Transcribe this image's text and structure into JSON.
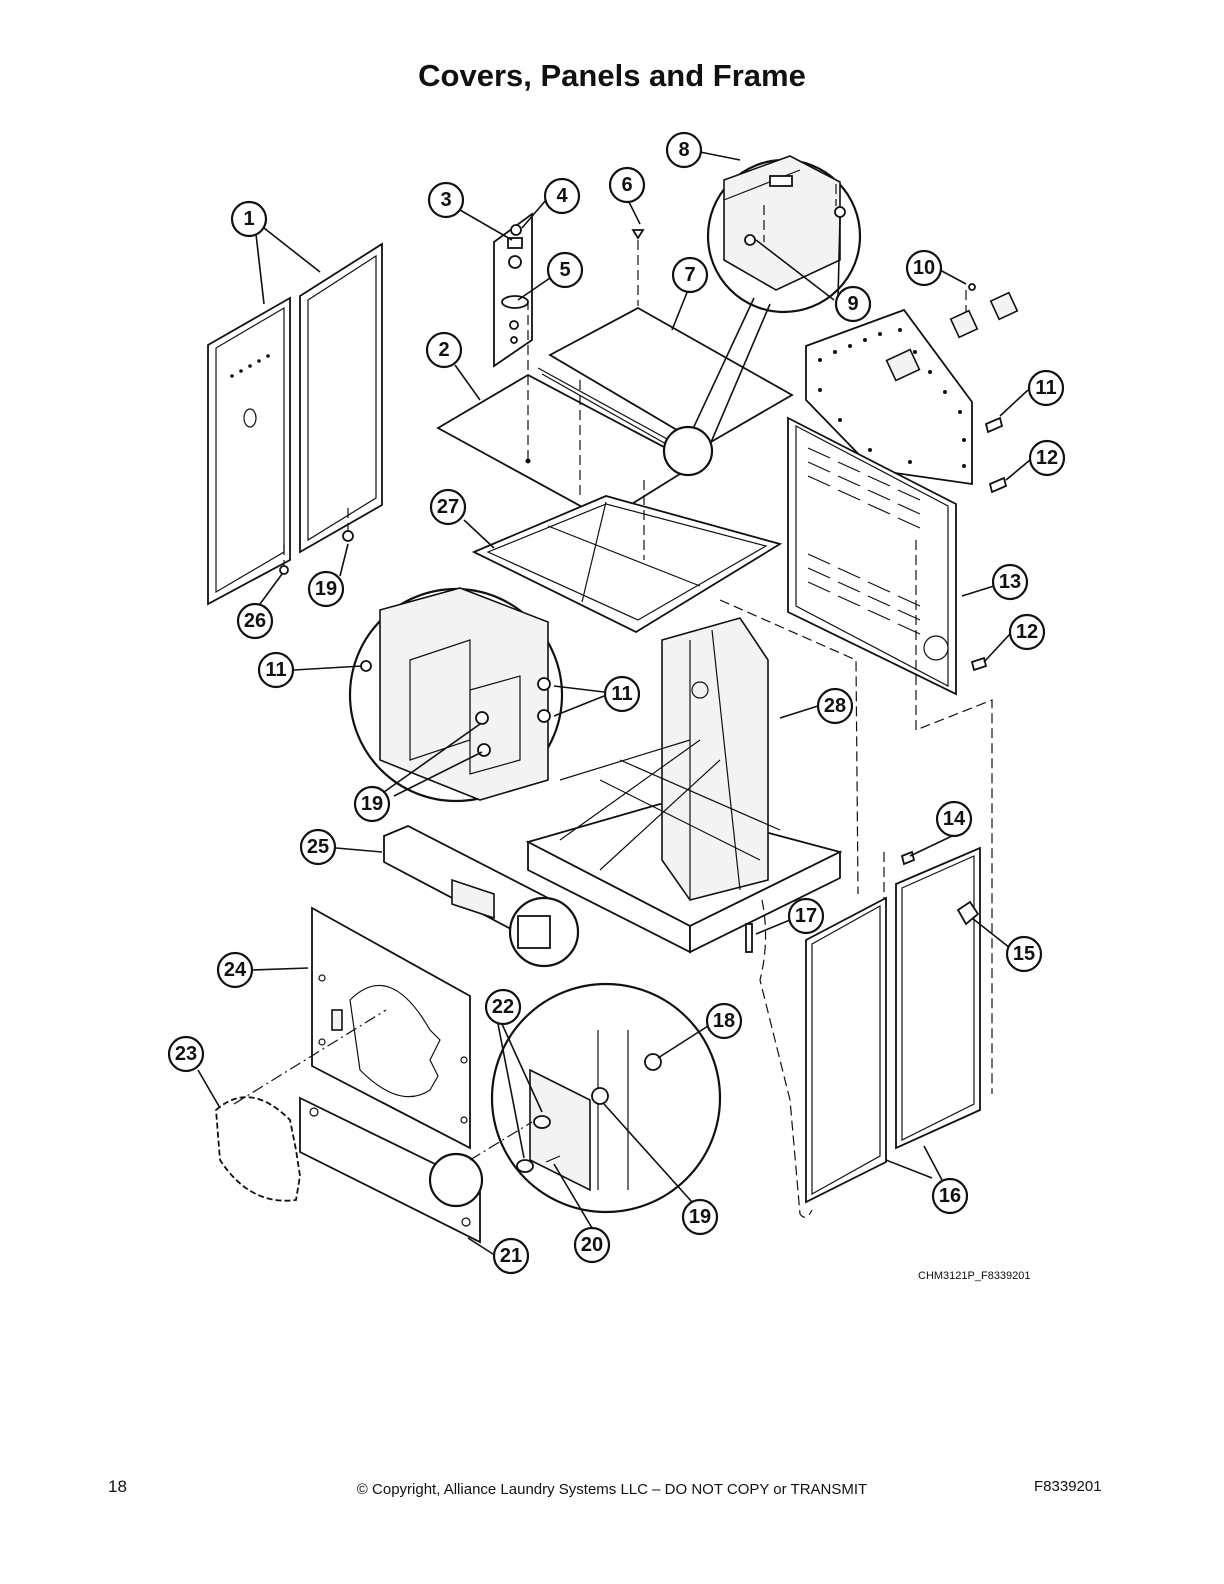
{
  "title": "Covers, Panels and Frame",
  "figure_code": "CHM3121P_F8339201",
  "footer": {
    "page_number": "18",
    "copyright": "© Copyright, Alliance Laundry Systems LLC – DO NOT COPY or TRANSMIT",
    "document_id": "F8339201"
  },
  "callouts": [
    "1",
    "2",
    "3",
    "4",
    "5",
    "6",
    "7",
    "8",
    "9",
    "10",
    "11",
    "12",
    "13",
    "14",
    "15",
    "16",
    "17",
    "18",
    "19",
    "20",
    "21",
    "22",
    "23",
    "24",
    "25",
    "26",
    "27",
    "28"
  ]
}
